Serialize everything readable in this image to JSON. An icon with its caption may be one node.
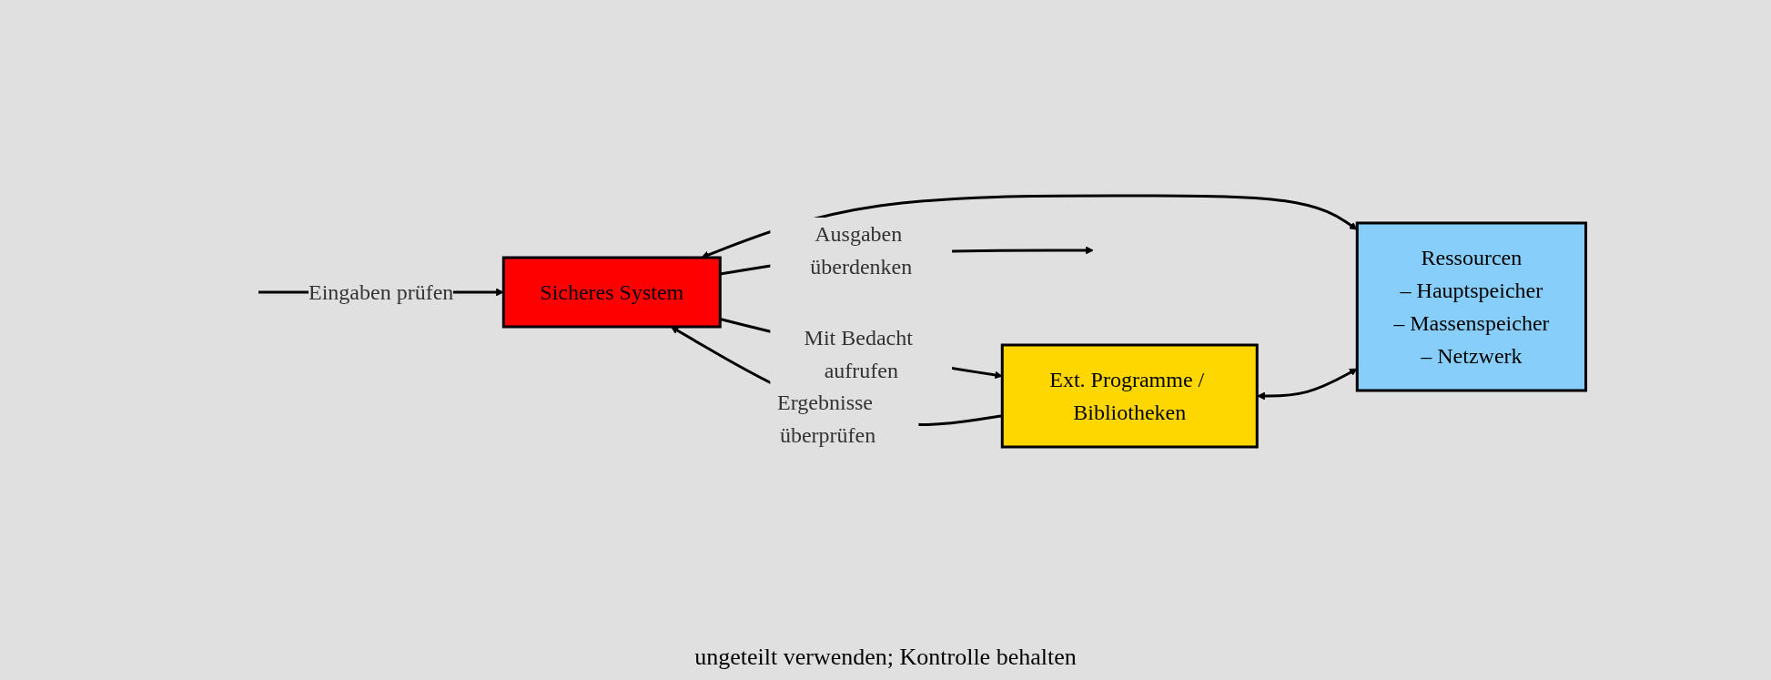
{
  "diagram": {
    "nodes": [
      {
        "text": [
          "Sicheres System"
        ]
      },
      {
        "text": [
          "Ext. Programme / Bibliotheken"
        ]
      },
      {
        "text": [
          "Ressourcen",
          "– Hauptspeicher",
          "– Massenspeicher",
          "– Netzwerk"
        ]
      }
    ],
    "edges": [
      {
        "from": null,
        "to": 0,
        "arrow": "to",
        "label": "Eingaben prüfen"
      },
      {
        "from": 0,
        "to": null,
        "arrow": "to",
        "label": "Ausgaben überdenken"
      },
      {
        "from": 0,
        "to": 1,
        "arrow": "to",
        "label": "Mit Bedacht aufrufen"
      },
      {
        "from": 1,
        "to": 0,
        "arrow": "to",
        "label": "Ergebnisse überprüfen"
      },
      {
        "from": 0,
        "to": 2,
        "arrow": "both"
      },
      {
        "from": 1,
        "to": 2,
        "arrow": "both"
      }
    ],
    "labels": [
      "ungeteilt verwenden; Kontrolle behalten"
    ]
  }
}
